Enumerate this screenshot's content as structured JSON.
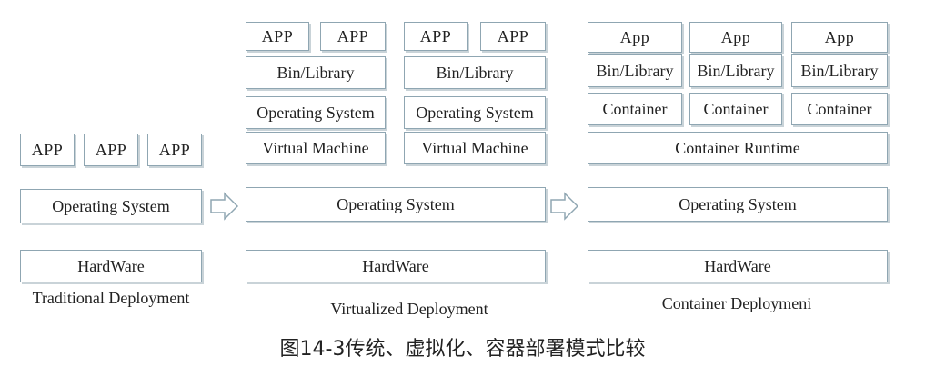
{
  "traditional": {
    "apps": [
      "APP",
      "APP",
      "APP"
    ],
    "os": "Operating System",
    "hardware": "HardWare",
    "title": "Traditional Deployment"
  },
  "virtualized": {
    "vm1": {
      "apps": [
        "APP",
        "APP"
      ],
      "bin": "Bin/Library",
      "os": "Operating System",
      "vm": "Virtual Machine"
    },
    "vm2": {
      "apps": [
        "APP",
        "APP"
      ],
      "bin": "Bin/Library",
      "os": "Operating System",
      "vm": "Virtual Machine"
    },
    "os": "Operating System",
    "hardware": "HardWare",
    "title": "Virtualized Deployment"
  },
  "container": {
    "c1": {
      "app": "App",
      "bin": "Bin/Library",
      "container": "Container"
    },
    "c2": {
      "app": "App",
      "bin": "Bin/Library",
      "container": "Container"
    },
    "c3": {
      "app": "App",
      "bin": "Bin/Library",
      "container": "Container"
    },
    "runtime": "Container Runtime",
    "os": "Operating System",
    "hardware": "HardWare",
    "title": "Container Deploymeni"
  },
  "caption": "图14-3传统、虚拟化、容器部署模式比较"
}
